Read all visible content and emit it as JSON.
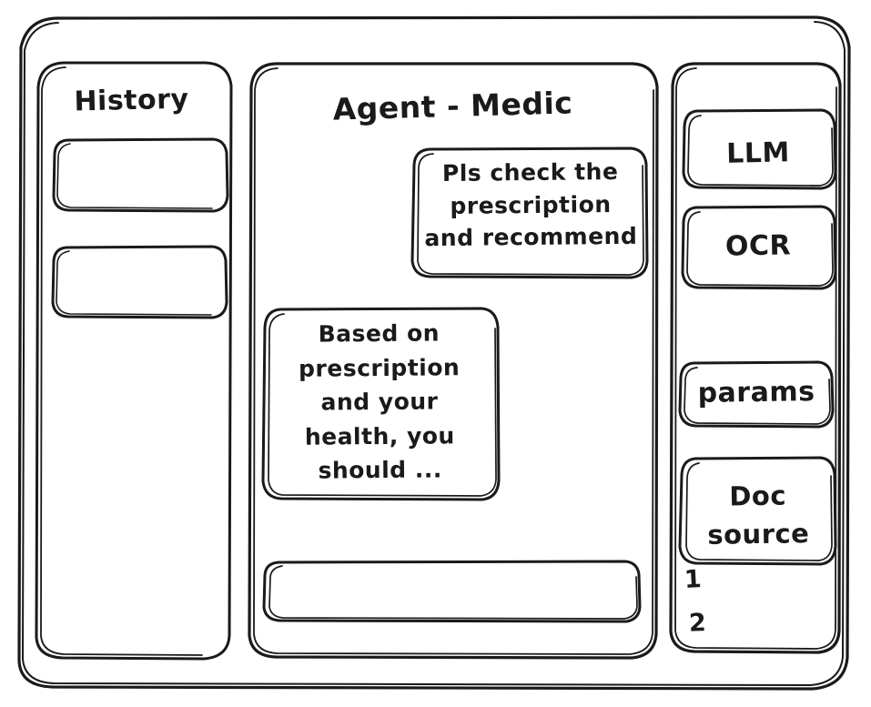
{
  "diagram": {
    "style": "hand-drawn-wireframe",
    "stroke_color": "#1a1a1a",
    "background_color": "#ffffff"
  },
  "sidebar_left": {
    "title": "History",
    "items": [
      {
        "label": "",
        "name": "history-entry-1"
      },
      {
        "label": "",
        "name": "history-entry-2"
      }
    ]
  },
  "main": {
    "title": "Agent - Medic",
    "messages": [
      {
        "role": "user",
        "text": "Pls check the\nprescription\nand recommend"
      },
      {
        "role": "agent",
        "text": "Based on\nprescription\nand your\nhealth, you\nshould ..."
      }
    ],
    "composer": {
      "value": "",
      "placeholder": ""
    }
  },
  "sidebar_right": {
    "tools": [
      {
        "label": "LLM",
        "name": "tool-llm"
      },
      {
        "label": "OCR",
        "name": "tool-ocr"
      }
    ],
    "config": [
      {
        "label": "params",
        "name": "tool-params"
      }
    ],
    "doc_source": {
      "label": "Doc\nsource",
      "entries": [
        "1",
        "2"
      ]
    }
  }
}
